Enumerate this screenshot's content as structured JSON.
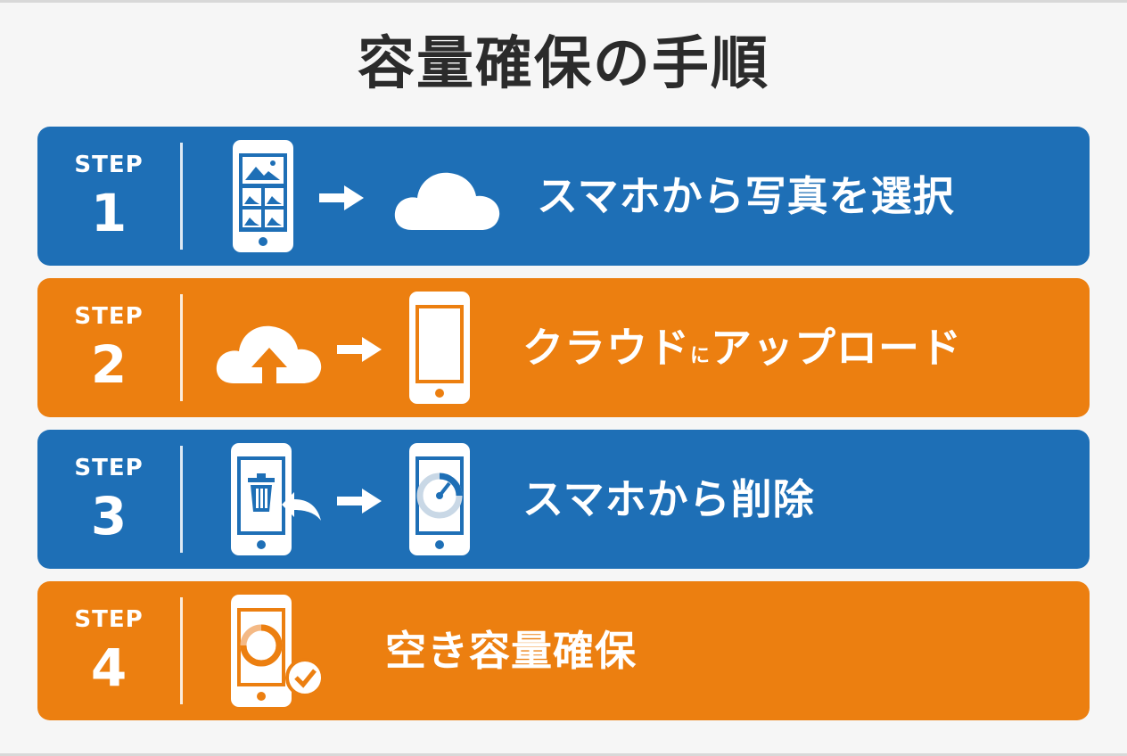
{
  "title": "容量確保の手順",
  "colors": {
    "blue": "#1e6fb6",
    "orange": "#ec7f10",
    "title": "#2b2b2b",
    "white": "#ffffff"
  },
  "steps": [
    {
      "word": "STEP",
      "number": "1",
      "label": "スマホから写真を選択",
      "color": "blue",
      "icons": [
        "phone-gallery-icon",
        "arrow-right-icon",
        "cloud-icon"
      ]
    },
    {
      "word": "STEP",
      "number": "2",
      "label_main_a": "クラウド",
      "label_small": "に",
      "label_main_b": "アップロード",
      "color": "orange",
      "icons": [
        "cloud-upload-icon",
        "arrow-right-icon",
        "phone-icon"
      ]
    },
    {
      "word": "STEP",
      "number": "3",
      "label": "スマホから削除",
      "color": "blue",
      "icons": [
        "phone-trash-icon",
        "arrow-right-icon",
        "phone-gauge-icon"
      ]
    },
    {
      "word": "STEP",
      "number": "4",
      "label": "空き容量確保",
      "color": "orange",
      "icons": [
        "phone-storage-check-icon"
      ]
    }
  ]
}
